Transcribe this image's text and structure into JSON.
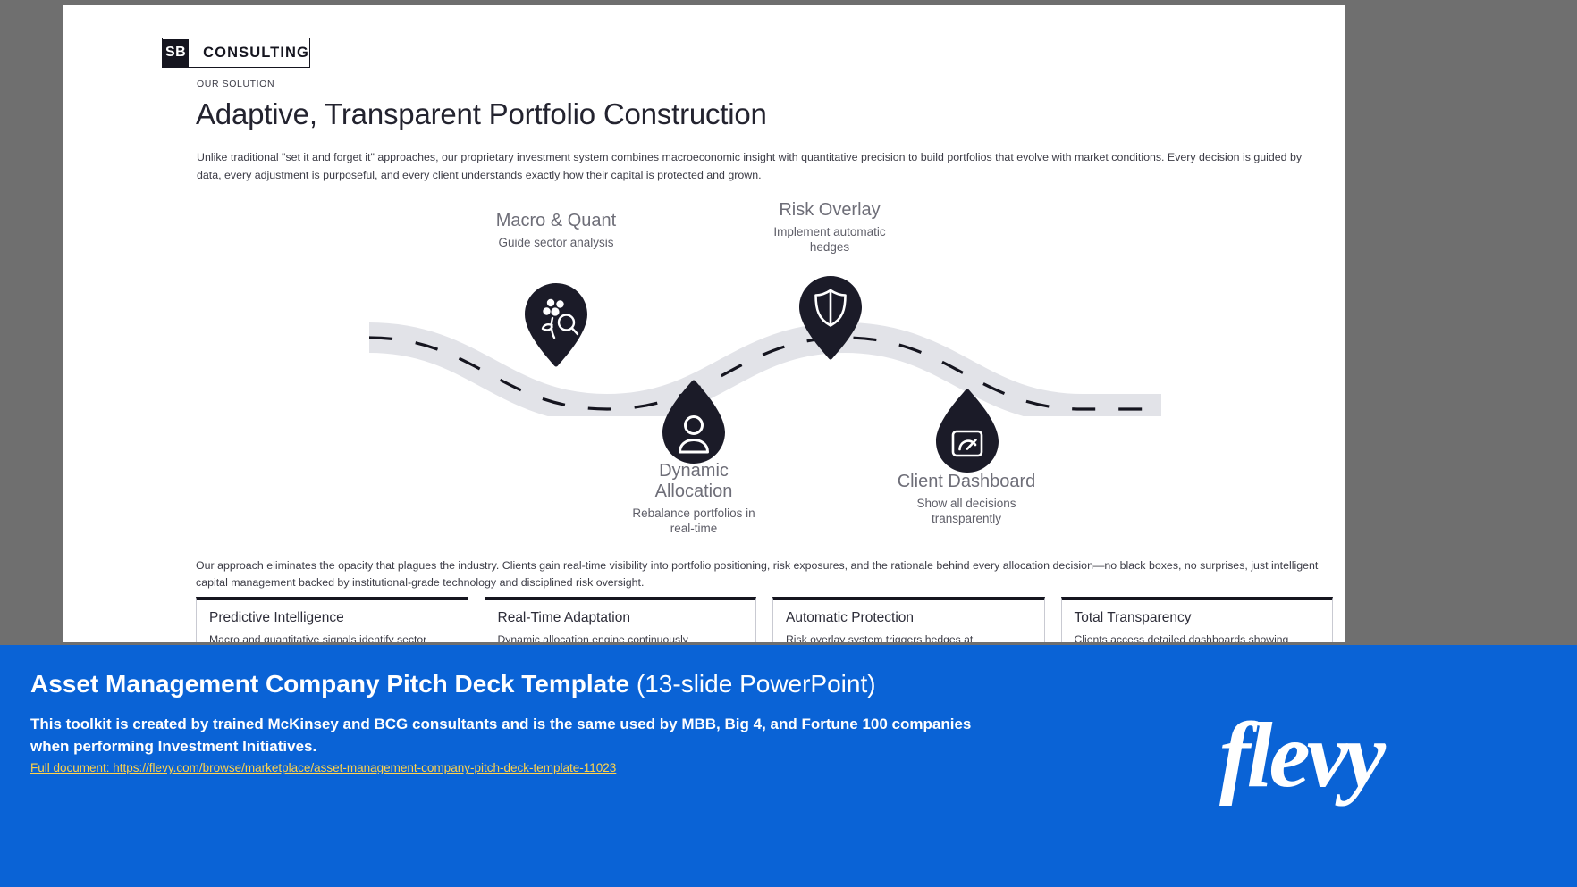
{
  "slide": {
    "logo": {
      "mark": "SB",
      "word": "CONSULTING"
    },
    "eyebrow": "OUR SOLUTION",
    "title": "Adaptive, Transparent Portfolio Construction",
    "intro": "Unlike traditional \"set it and forget it\" approaches, our proprietary investment system combines macroeconomic insight with quantitative precision to build portfolios that evolve with market conditions. Every decision is guided by data, every adjustment is purposeful, and every client understands exactly how their capital is protected and grown.",
    "closing": "Our approach eliminates the opacity that plagues the industry. Clients gain real-time visibility into portfolio positioning, risk exposures, and the rationale behind every allocation decision—no black boxes, no surprises, just intelligent capital management backed by institutional-grade technology and disciplined risk oversight."
  },
  "roadmap": {
    "stops": [
      {
        "title": "Macro & Quant",
        "subtitle": "Guide sector analysis",
        "icon": "analysis-icon",
        "position": "above"
      },
      {
        "title": "Risk Overlay",
        "subtitle": "Implement automatic hedges",
        "icon": "shield-icon",
        "position": "above"
      },
      {
        "title": "Dynamic Allocation",
        "subtitle": "Rebalance portfolios in real-time",
        "icon": "person-icon",
        "position": "below"
      },
      {
        "title": "Client Dashboard",
        "subtitle": "Show all decisions transparently",
        "icon": "dashboard-icon",
        "position": "below"
      }
    ],
    "colors": {
      "pin": "#1b1b28",
      "road": "#e2e3e8",
      "dash": "#15151f"
    }
  },
  "cards": [
    {
      "title": "Predictive Intelligence",
      "body": "Macro and quantitative signals identify sector"
    },
    {
      "title": "Real-Time Adaptation",
      "body": "Dynamic allocation engine continuously"
    },
    {
      "title": "Automatic Protection",
      "body": "Risk overlay system triggers hedges at"
    },
    {
      "title": "Total Transparency",
      "body": "Clients access detailed dashboards showing"
    }
  ],
  "banner": {
    "title_strong": "Asset Management Company Pitch Deck Template",
    "title_light": "(13-slide PowerPoint)",
    "description": "This toolkit is created by trained McKinsey and BCG consultants and is the same used by MBB, Big 4, and Fortune 100 companies when performing Investment Initiatives.",
    "link": "Full document: https://flevy.com/browse/marketplace/asset-management-company-pitch-deck-template-11023",
    "brand": "flevy",
    "accent": "#0a63d6",
    "link_color": "#ffd24a"
  }
}
